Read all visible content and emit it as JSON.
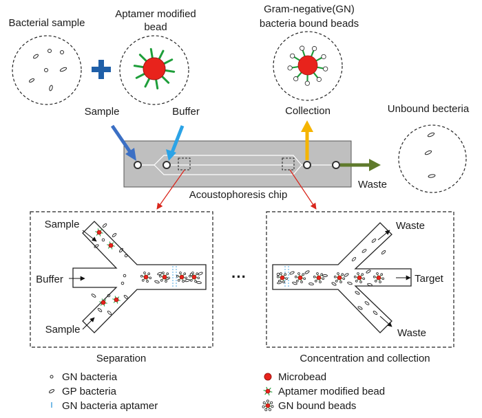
{
  "colors": {
    "bead_red": "#e8231c",
    "aptamer_green": "#1e9e3a",
    "sample_arrow": "#3b6fc4",
    "buffer_arrow": "#2ba3e6",
    "collection_arrow": "#f5b400",
    "waste_arrow": "#5f7a2c",
    "pointer_red": "#d9261c",
    "chip_fill": "#bfbfbf",
    "plus_blue": "#1f5fa8"
  },
  "icons": {
    "plus": "plus-icon",
    "ellipsis": "ellipsis-icon"
  },
  "top": {
    "bacterial_sample": "Bacterial sample",
    "aptamer_bead_line1": "Aptamer modified",
    "aptamer_bead_line2": "bead",
    "gn_beads_line1": "Gram-negative(GN)",
    "gn_beads_line2": "bacteria bound beads",
    "unbound": "Unbound becteria"
  },
  "chip": {
    "sample": "Sample",
    "buffer": "Buffer",
    "collection": "Collection",
    "waste": "Waste",
    "name": "Acoustophoresis chip"
  },
  "separation": {
    "sample_top": "Sample",
    "buffer": "Buffer",
    "sample_bottom": "Sample",
    "caption": "Separation"
  },
  "ellipsis": "···",
  "concentration": {
    "waste_top": "Waste",
    "target": "Target",
    "waste_bottom": "Waste",
    "caption": "Concentration and collection"
  },
  "legend": {
    "gn_bacteria": "GN bacteria",
    "gp_bacteria": "GP bacteria",
    "aptamer": "GN bacteria aptamer",
    "microbead": "Microbead",
    "aptamer_bead": "Aptamer modified bead",
    "gn_bound": "GN bound beads"
  }
}
